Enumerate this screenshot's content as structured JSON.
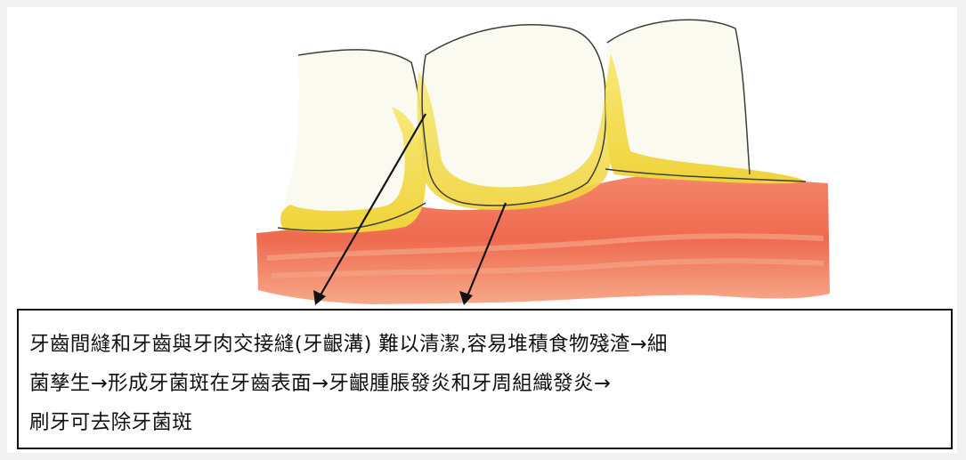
{
  "caption": {
    "lines": [
      "牙齒間縫和牙齒與牙肉交接縫(牙齦溝) 難以清潔,容易堆積食物殘渣→細",
      "菌孳生→形成牙菌斑在牙齒表面→牙齦腫脹發炎和牙周組織發炎→",
      "刷牙可去除牙菌斑"
    ]
  },
  "colors": {
    "gum": "#ef6b4e",
    "gum_light": "#f6a07d",
    "plaque": "#f2dc3c",
    "tooth": "#fbfaf1",
    "outline": "#3b3f38",
    "arrow": "#111111"
  }
}
